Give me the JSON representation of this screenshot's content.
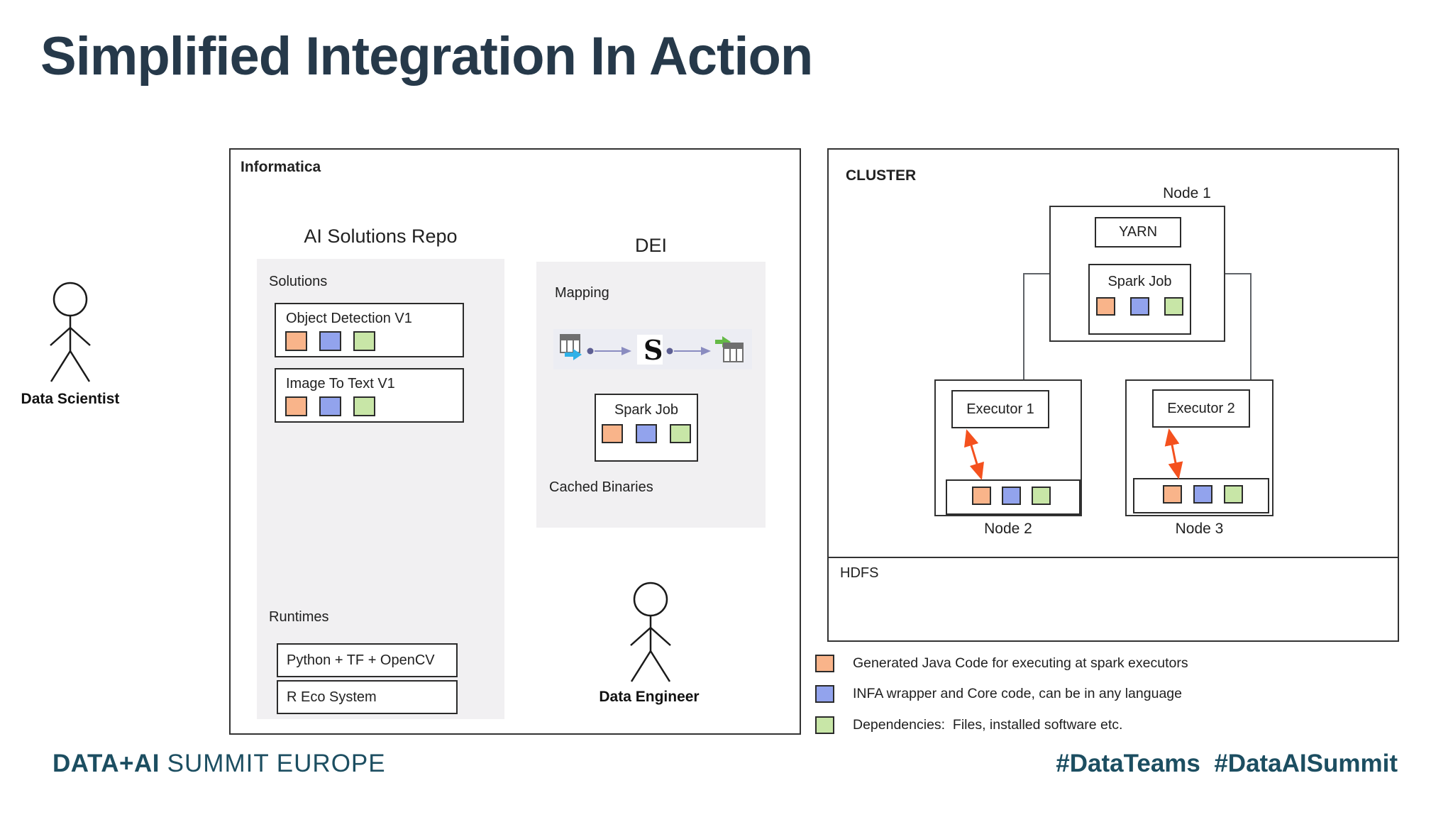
{
  "title": "Simplified Integration In Action",
  "actors": {
    "data_scientist": "Data Scientist",
    "data_engineer": "Data Engineer"
  },
  "informatica": {
    "label": "Informatica",
    "repo": {
      "heading": "AI Solutions Repo",
      "solutions_label": "Solutions",
      "solutions": [
        "Object Detection V1",
        "Image To Text V1"
      ],
      "runtimes_label": "Runtimes",
      "runtimes": [
        "Python + TF + OpenCV",
        "R Eco System"
      ]
    },
    "dei": {
      "heading": "DEI",
      "mapping_label": "Mapping",
      "s_icon": "S",
      "spark_job": "Spark Job",
      "cached_binaries": "Cached Binaries"
    }
  },
  "cluster": {
    "label": "CLUSTER",
    "node1": {
      "label": "Node 1",
      "yarn": "YARN",
      "spark_job": "Spark Job"
    },
    "node2": {
      "label": "Node 2",
      "executor": "Executor 1"
    },
    "node3": {
      "label": "Node 3",
      "executor": "Executor 2"
    },
    "hdfs_label": "HDFS"
  },
  "legend": [
    {
      "name": "java-code",
      "color": "#f9b48a",
      "text": "Generated Java Code for executing at spark executors"
    },
    {
      "name": "infa-wrapper",
      "color": "#92a3ed",
      "text": "INFA wrapper and Core code, can be in any language"
    },
    {
      "name": "dependencies",
      "color": "#c8e6a7",
      "text": "Dependencies:  Files, installed software etc."
    }
  ],
  "footer": {
    "brand_bold": "DATA+AI",
    "brand_rest": " SUMMIT EUROPE",
    "hashtags": "#DataTeams  #DataAISummit"
  },
  "colors": {
    "title_text": "#26394a",
    "brand_teal": "#1c4e61",
    "chip_orange": "#f9b48a",
    "chip_blue": "#92a3ed",
    "chip_green": "#c8e6a7",
    "arrow_orange": "#f4511e",
    "connector_gray": "#5f6368",
    "panel_gray": "#f1f0f2"
  }
}
